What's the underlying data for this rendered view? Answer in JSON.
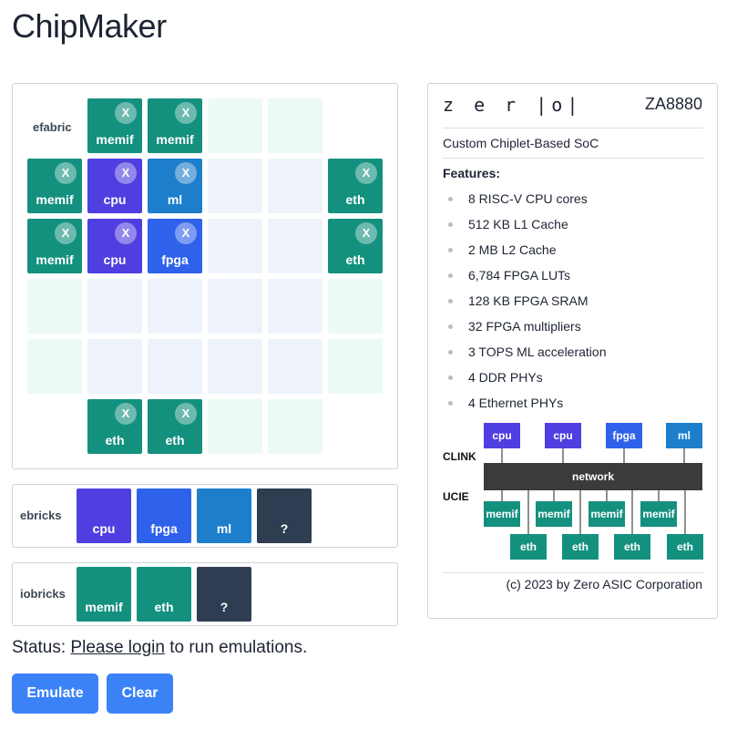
{
  "app": {
    "title": "ChipMaker"
  },
  "fabric": {
    "label": "efabric",
    "remove_glyph": "X",
    "cells": [
      [
        "empty",
        "memif",
        "memif",
        "edge",
        "edge",
        "none"
      ],
      [
        "memif",
        "cpu",
        "ml",
        "core",
        "core",
        "eth"
      ],
      [
        "memif",
        "cpu",
        "fpga",
        "core",
        "core",
        "eth"
      ],
      [
        "edge",
        "core",
        "core",
        "core",
        "core",
        "edge"
      ],
      [
        "edge",
        "core",
        "core",
        "core",
        "core",
        "edge"
      ],
      [
        "none",
        "eth",
        "eth",
        "edge",
        "edge",
        "none"
      ]
    ]
  },
  "ebricks": {
    "label": "ebricks",
    "items": [
      "cpu",
      "fpga",
      "ml",
      "?"
    ]
  },
  "iobricks": {
    "label": "iobricks",
    "items": [
      "memif",
      "eth",
      "?"
    ]
  },
  "status": {
    "prefix": "Status: ",
    "link": "Please login",
    "suffix": " to run emulations."
  },
  "buttons": {
    "emulate": "Emulate",
    "clear": "Clear"
  },
  "info": {
    "logo": "z e r |o|",
    "model": "ZA8880",
    "subtitle": "Custom Chiplet-Based SoC",
    "features_title": "Features:",
    "features": [
      "8 RISC-V CPU cores",
      "512 KB L1 Cache",
      "2 MB L2 Cache",
      "6,784 FPGA LUTs",
      "128 KB FPGA SRAM",
      "32 FPGA multipliers",
      "3 TOPS ML acceleration",
      "4 DDR PHYs",
      "4 Ethernet PHYs"
    ],
    "copyright": "(c) 2023 by Zero ASIC Corporation"
  },
  "diagram": {
    "clink_label": "CLINK",
    "ucie_label": "UCIE",
    "network_label": "network",
    "top_blocks": [
      "cpu",
      "cpu",
      "fpga",
      "ml"
    ],
    "memif_blocks": [
      "memif",
      "memif",
      "memif",
      "memif"
    ],
    "eth_blocks": [
      "eth",
      "eth",
      "eth",
      "eth"
    ]
  },
  "colors": {
    "teal": "#14907f",
    "purple": "#4f3fe0",
    "blue": "#1d7fcc",
    "royal": "#2f62ea",
    "dark": "#2f3d52",
    "network": "#3b3b3b",
    "button": "#3b82f6"
  }
}
